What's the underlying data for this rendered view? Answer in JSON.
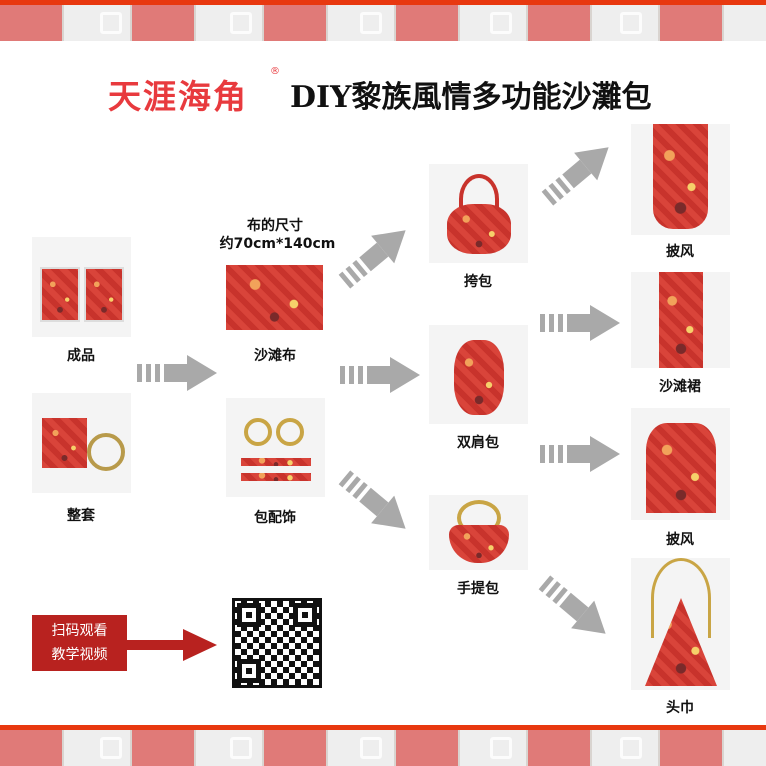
{
  "brand": {
    "logo_text": "天涯海角",
    "registered": "®"
  },
  "title": "DIY黎族風情多功能沙灘包",
  "colors": {
    "brand_red": "#e83a3e",
    "arrow_gray": "#a9a9a9",
    "banner_red": "#b8221f"
  },
  "column1": [
    {
      "label": "成品"
    },
    {
      "label": "整套"
    }
  ],
  "column2": {
    "size_title": "布的尺寸",
    "size_value": "约70cm*140cm",
    "items": [
      {
        "label": "沙滩布"
      },
      {
        "label": "包配饰"
      }
    ]
  },
  "column3": [
    {
      "label": "挎包"
    },
    {
      "label": "双肩包"
    },
    {
      "label": "手提包"
    }
  ],
  "column4": [
    {
      "label": "披风"
    },
    {
      "label": "沙滩裙"
    },
    {
      "label": "披风"
    },
    {
      "label": "头巾"
    }
  ],
  "qr_banner": {
    "line1": "扫码观看",
    "line2": "教学视频"
  }
}
